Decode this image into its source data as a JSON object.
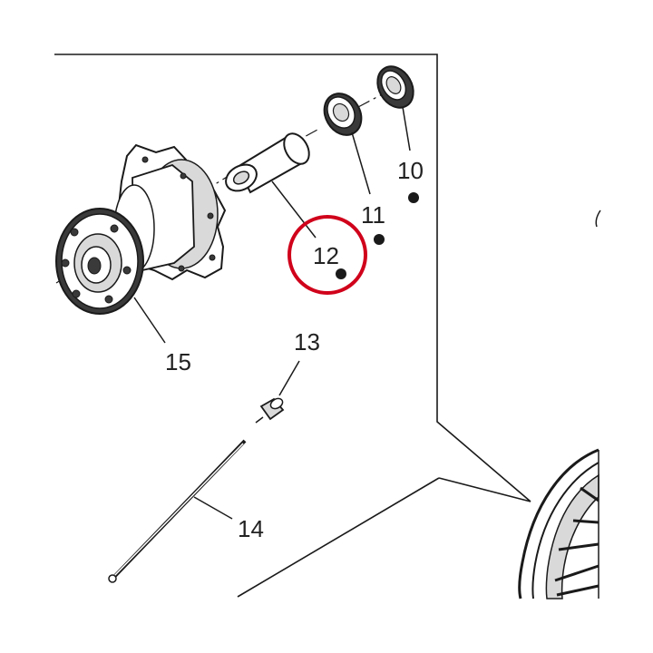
{
  "diagram": {
    "callouts": [
      {
        "id": "part-10",
        "label": "10"
      },
      {
        "id": "part-11",
        "label": "11"
      },
      {
        "id": "part-12",
        "label": "12"
      },
      {
        "id": "part-13",
        "label": "13"
      },
      {
        "id": "part-14",
        "label": "14"
      },
      {
        "id": "part-15",
        "label": "15"
      }
    ],
    "highlight_color": "#d0021b",
    "ink_color": "#1a1a1a"
  }
}
